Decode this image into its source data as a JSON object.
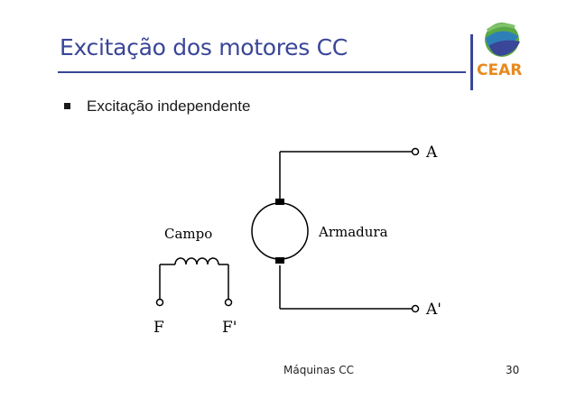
{
  "slide": {
    "title": "Excitação dos motores CC",
    "bullet": "Excitação independente",
    "footer": "Máquinas CC",
    "page_number": "30"
  },
  "logo": {
    "text": "CEAR",
    "colors": {
      "blue": "#3a4697",
      "green": "#5aa845",
      "orange": "#e8891d"
    }
  },
  "diagram": {
    "field_label": "Campo",
    "armature_label": "Armadura",
    "terminal_a": "A",
    "terminal_a_prime": "A'",
    "terminal_f": "F",
    "terminal_f_prime": "F'"
  }
}
